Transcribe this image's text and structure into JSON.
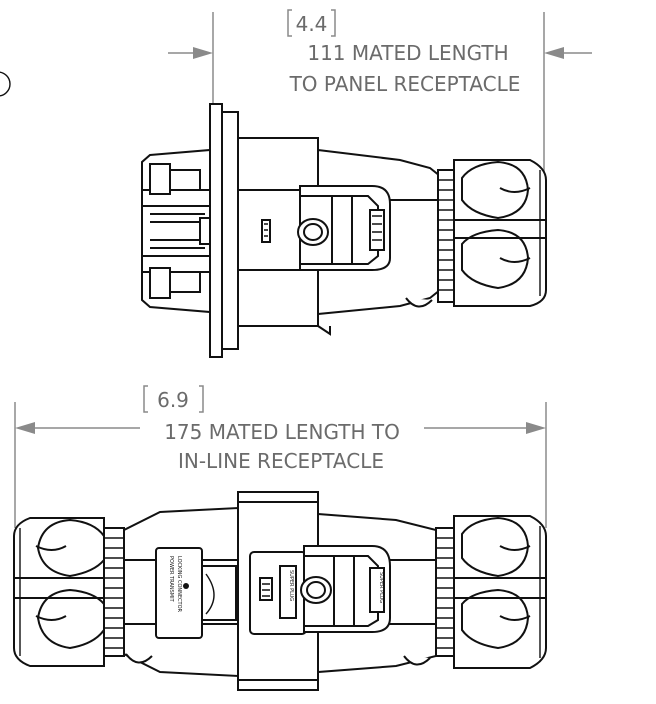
{
  "panel_dimension": {
    "inches": "4.4",
    "mm_line": "111  MATED LENGTH",
    "description_line": "TO PANEL RECEPTACLE"
  },
  "inline_dimension": {
    "inches": "6.9",
    "mm_line": "175  MATED LENGTH TO",
    "description_line": "IN-LINE RECEPTACLE"
  },
  "label_text": {
    "panel_tag": "SUPER PLUG",
    "inline_tag": "SUPER PLUG",
    "plate_line1": "POWER TRANSMIT",
    "plate_line2": "LOCKING CONNECTOR"
  }
}
